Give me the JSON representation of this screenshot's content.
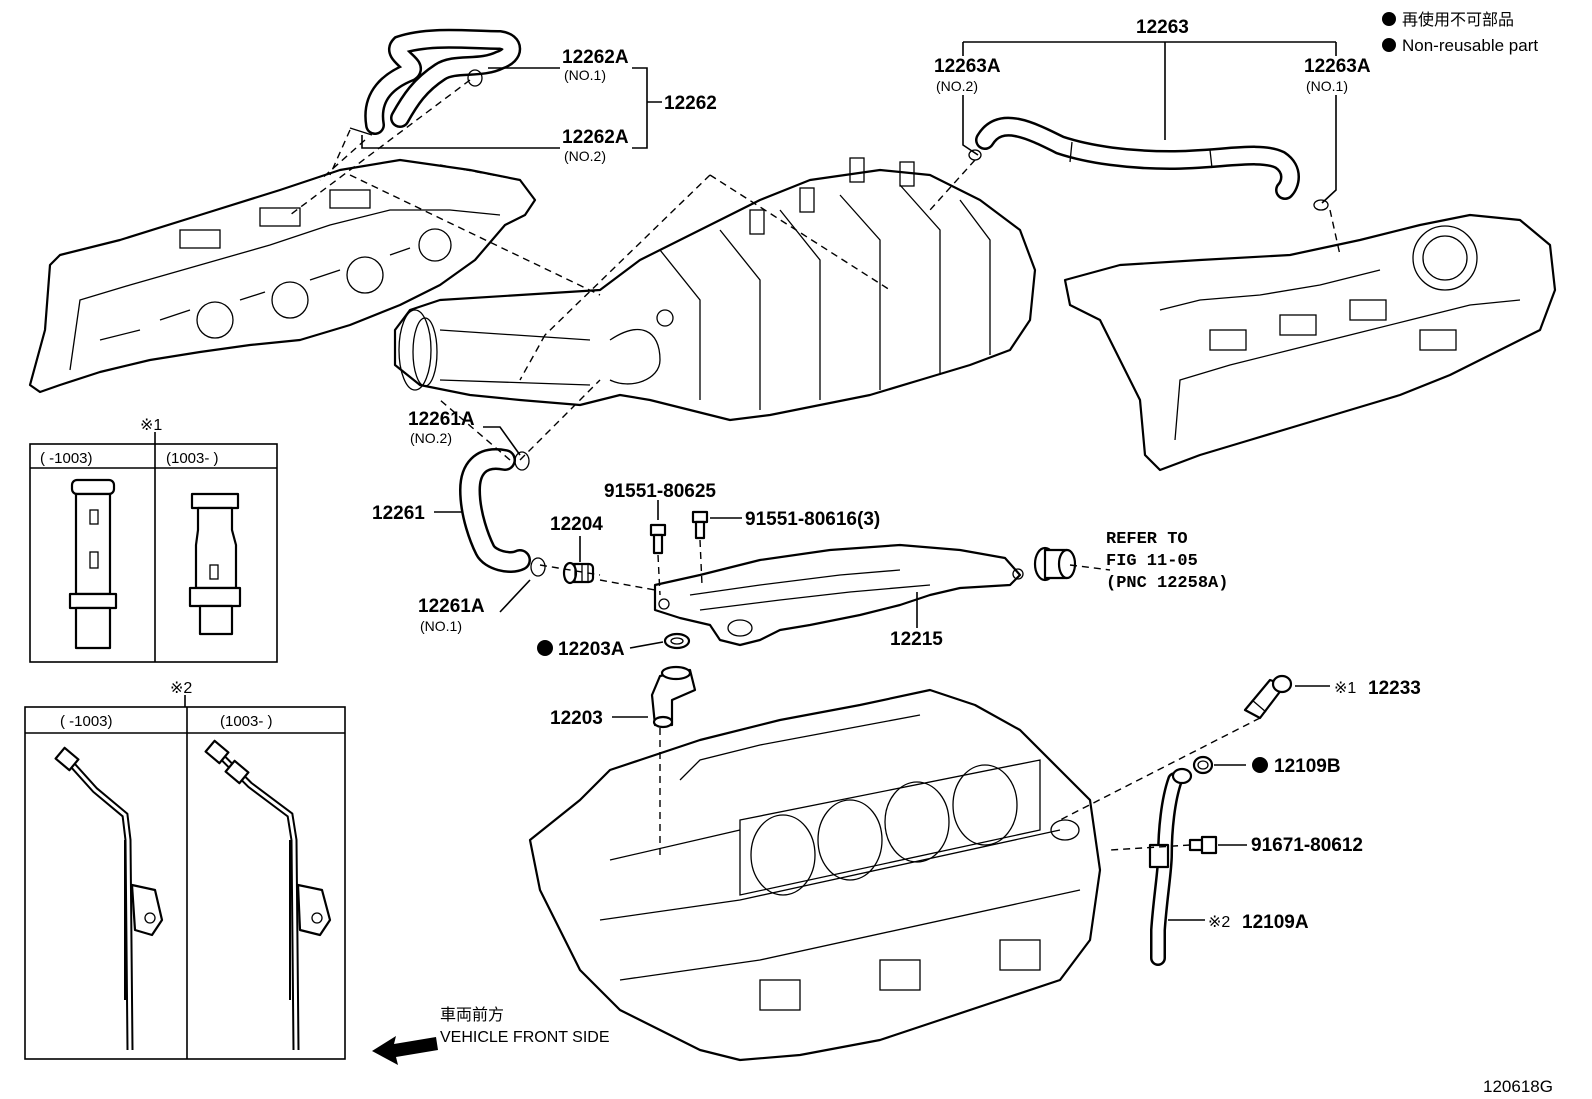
{
  "legend": {
    "jp": "再使用不可部品",
    "en": "Non-reusable part"
  },
  "labels": {
    "p12262A_1": "12262A",
    "p12262A_1_sub": "(NO.1)",
    "p12262": "12262",
    "p12262A_2": "12262A",
    "p12262A_2_sub": "(NO.2)",
    "p12263": "12263",
    "p12263A_2": "12263A",
    "p12263A_2_sub": "(NO.2)",
    "p12263A_1": "12263A",
    "p12263A_1_sub": "(NO.1)",
    "p12261A_2": "12261A",
    "p12261A_2_sub": "(NO.2)",
    "p12261": "12261",
    "p12261A_1": "12261A",
    "p12261A_1_sub": "(NO.1)",
    "p91551_80625": "91551-80625",
    "p91551_80616": "91551-80616(3)",
    "p12204": "12204",
    "p12203A": "12203A",
    "p12203": "12203",
    "p12215": "12215",
    "refer_1": "REFER TO",
    "refer_2": "FIG 11-05",
    "refer_3": "(PNC 12258A)",
    "p12233": "12233",
    "p12233_mark": "※1",
    "p12109B": "12109B",
    "p91671_80612": "91671-80612",
    "p12109A": "12109A",
    "p12109A_mark": "※2"
  },
  "inset1": {
    "mark": "※1",
    "col1": "(    -1003)",
    "col2": "(1003-    )"
  },
  "inset2": {
    "mark": "※2",
    "col1": "(    -1003)",
    "col2": "(1003-    )"
  },
  "direction": {
    "jp": "車両前方",
    "en": "VEHICLE FRONT SIDE"
  },
  "figure_id": "120618G"
}
